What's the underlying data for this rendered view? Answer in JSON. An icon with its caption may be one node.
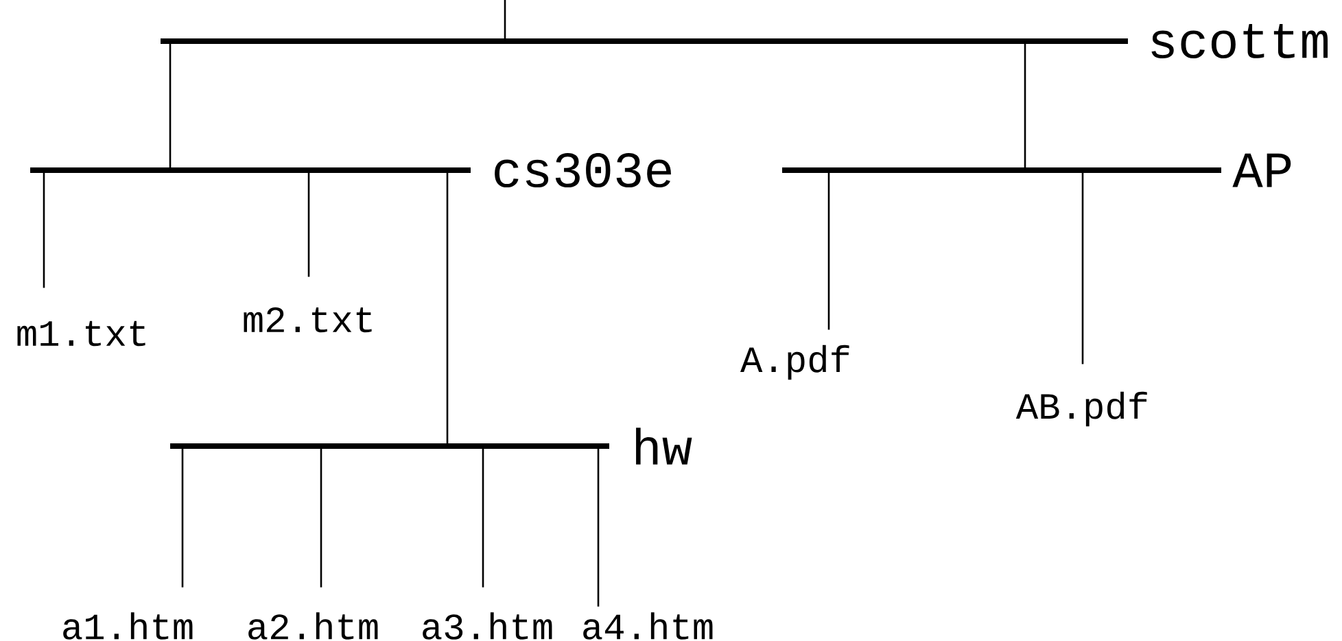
{
  "diagram": {
    "nodes": [
      {
        "text": [
          "scottm"
        ]
      },
      {
        "text": [
          "cs303e"
        ]
      },
      {
        "text": [
          "AP"
        ]
      },
      {
        "text": [
          "m1.txt"
        ]
      },
      {
        "text": [
          "m2.txt"
        ]
      },
      {
        "text": [
          "A.pdf"
        ]
      },
      {
        "text": [
          "AB.pdf"
        ]
      },
      {
        "text": [
          "hw"
        ]
      },
      {
        "text": [
          "a1.htm"
        ]
      },
      {
        "text": [
          "a2.htm"
        ]
      },
      {
        "text": [
          "a3.htm"
        ]
      },
      {
        "text": [
          "a4.htm"
        ]
      }
    ],
    "edges": [
      {
        "from": null,
        "to": 0,
        "arrow": "none"
      },
      {
        "from": 0,
        "to": 1,
        "arrow": "none"
      },
      {
        "from": 0,
        "to": 2,
        "arrow": "none"
      },
      {
        "from": 1,
        "to": 3,
        "arrow": "none"
      },
      {
        "from": 1,
        "to": 4,
        "arrow": "none"
      },
      {
        "from": 1,
        "to": 7,
        "arrow": "none"
      },
      {
        "from": 2,
        "to": 5,
        "arrow": "none"
      },
      {
        "from": 2,
        "to": 6,
        "arrow": "none"
      },
      {
        "from": 7,
        "to": 8,
        "arrow": "none"
      },
      {
        "from": 7,
        "to": 9,
        "arrow": "none"
      },
      {
        "from": 7,
        "to": 10,
        "arrow": "none"
      },
      {
        "from": 7,
        "to": 11,
        "arrow": "none"
      }
    ]
  }
}
